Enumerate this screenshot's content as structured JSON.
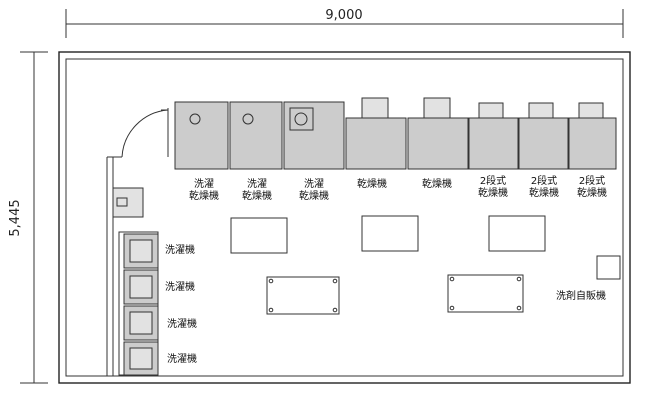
{
  "dimensions": {
    "width": "9,000",
    "height": "5,445"
  },
  "top_row_machines": [
    {
      "label_line1": "洗濯",
      "label_line2": "乾燥機",
      "kind": "washer-dryer"
    },
    {
      "label_line1": "洗濯",
      "label_line2": "乾燥機",
      "kind": "washer-dryer"
    },
    {
      "label_line1": "洗濯",
      "label_line2": "乾燥機",
      "kind": "washer-dryer"
    },
    {
      "label_line1": "",
      "label_line2": "乾燥機",
      "kind": "dryer"
    },
    {
      "label_line1": "",
      "label_line2": "乾燥機",
      "kind": "dryer"
    },
    {
      "label_line1": "2段式",
      "label_line2": "乾燥機",
      "kind": "stack-dryer"
    },
    {
      "label_line1": "2段式",
      "label_line2": "乾燥機",
      "kind": "stack-dryer"
    },
    {
      "label_line1": "2段式",
      "label_line2": "乾燥機",
      "kind": "stack-dryer"
    }
  ],
  "left_column_machines": [
    {
      "label": "洗濯機"
    },
    {
      "label": "洗濯機"
    },
    {
      "label": "洗濯機"
    },
    {
      "label": "洗濯機"
    }
  ],
  "vending": {
    "label": "洗剤自販機"
  }
}
